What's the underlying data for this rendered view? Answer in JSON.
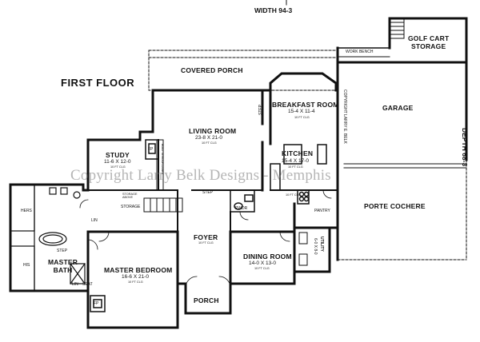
{
  "labels": {
    "width": "WIDTH 94-3",
    "depth": "DEPTH 68-3",
    "first_floor": "FIRST FLOOR",
    "covered_porch": "COVERED PORCH",
    "breakfast_room": "BREAKFAST ROOM",
    "breakfast_dim": "15-4 X 11-4",
    "breakfast_clg": "10 FT CLG",
    "work_bench": "WORK BENCH",
    "golf_cart_storage": "GOLF CART\nSTORAGE",
    "garage": "GARAGE",
    "porte_cochere": "PORTE COCHERE",
    "living_room": "LIVING ROOM",
    "living_dim": "23-8 X 21-0",
    "living_clg": "10 FT CLG",
    "study": "STUDY",
    "study_dim": "11-6 X 12-0",
    "study_clg": "10 FT CLG",
    "fp_study": "FP",
    "fp_master": "FP",
    "built_in_bookcases": "BUILT IN BOOKCASES",
    "kitchen": "KITCHEN",
    "kitchen_dim": "15-4 X 17-0",
    "kitchen_clg": "10 FT CLG",
    "kitchen_area_clg": "10 FT CLG",
    "copyright_side": "COPYRIGHT LARRY E. BELK",
    "step_breakfast": "STEP",
    "step_hall": "STEP",
    "step_bath": "STEP",
    "pwdr": "PWDR",
    "pantry": "PANTRY",
    "hers": "HERS",
    "his": "HIS",
    "lin_upper": "LIN",
    "lin_lower": "LIN",
    "storage": "STORAGE",
    "storage_above": "STORAGE ABOVE",
    "foyer": "FOYER",
    "foyer_clg": "10 FT CLG",
    "dining_room": "DINING ROOM",
    "dining_dim": "14-0 X 13-0",
    "dining_clg": "10 FT CLG",
    "master_bedroom": "MASTER BEDROOM",
    "master_dim": "16-6 X 21-0",
    "master_clg": "10 FT CLG",
    "master_bath": "MASTER\nBATH",
    "seat": "SEAT",
    "porch": "PORCH",
    "utility": "UTILITY",
    "utility_dim": "6-0 X 8-0",
    "watermark": "Copyright Larry Belk Designs - Memphis"
  }
}
